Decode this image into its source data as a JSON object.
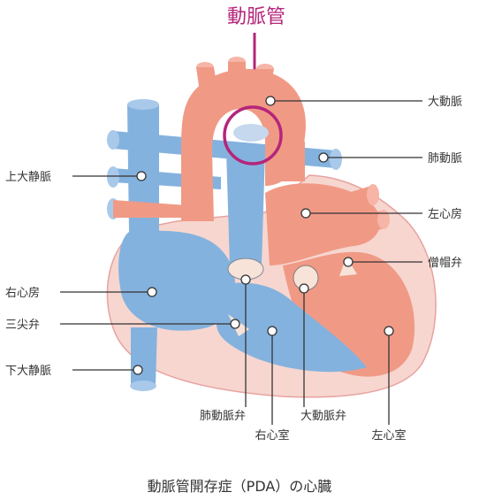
{
  "highlight_label": "動脈管",
  "caption": "動脈管開存症（PDA）の心臓",
  "labels": {
    "aorta": "大動脈",
    "pulmonary_artery": "肺動脈",
    "left_atrium": "左心房",
    "mitral_valve": "僧帽弁",
    "superior_vena_cava": "上大静脈",
    "right_atrium": "右心房",
    "tricuspid_valve": "三尖弁",
    "inferior_vena_cava": "下大静脈",
    "pulmonary_valve": "肺動脈弁",
    "right_ventricle": "右心室",
    "aortic_valve": "大動脈弁",
    "left_ventricle": "左心室"
  },
  "colors": {
    "highlight": "#b5257a",
    "oxygenated": "#f09a86",
    "deoxygenated": "#84b2de",
    "heart_wall": "#f7d6d0"
  }
}
